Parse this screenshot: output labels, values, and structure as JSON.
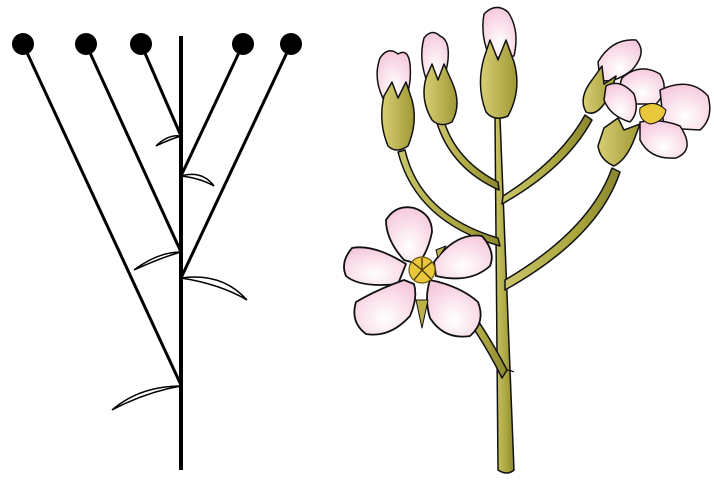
{
  "figure": {
    "panels": [
      {
        "id": "schematic",
        "kind": "inflorescence-schematic",
        "flower_nodes": 5,
        "bract_count": 5,
        "stem_color": "#000000"
      },
      {
        "id": "illustration",
        "kind": "inflorescence-drawing",
        "open_flowers": 1,
        "partly_open_flowers": 1,
        "buds": 4
      }
    ],
    "colors": {
      "stem": "#b3b04a",
      "stem_dark": "#8c8a2c",
      "sepal": "#bdb24a",
      "petal": "#fbe3ec",
      "petal_edge": "#222222",
      "center": "#e8c83a",
      "outline": "#111111"
    }
  }
}
